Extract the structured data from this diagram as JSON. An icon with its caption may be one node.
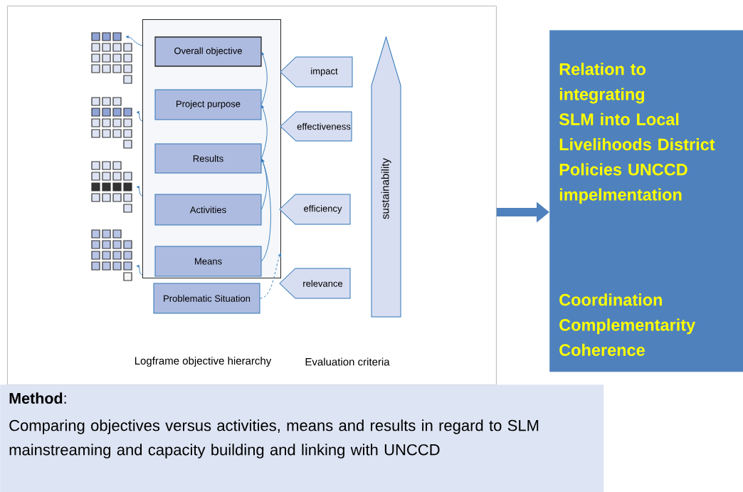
{
  "diagram": {
    "nodes": [
      {
        "text": [],
        "shape": "box"
      },
      {
        "text": [],
        "shape": "box",
        "in": 0
      },
      {
        "text": [
          "Overall objective"
        ],
        "in": 1
      },
      {
        "text": [
          "Project purpose"
        ],
        "in": 1
      },
      {
        "text": [
          "Results"
        ],
        "in": 1
      },
      {
        "text": [
          "Activities"
        ],
        "in": 1
      },
      {
        "text": [
          "Means"
        ],
        "in": 1
      },
      {
        "text": [
          "Problematic Situation"
        ],
        "in": 0
      },
      {
        "text": [
          "impact"
        ],
        "in": 0
      },
      {
        "text": [
          "effectiveness"
        ],
        "in": 0
      },
      {
        "text": [
          "efficiency"
        ],
        "in": 0
      },
      {
        "text": [
          "relevance"
        ],
        "in": 0
      },
      {
        "text": [
          "sustainability"
        ],
        "in": 0
      },
      {
        "text": [],
        "shape": "grid",
        "in": 0
      },
      {
        "text": [],
        "shape": "grid",
        "in": 0
      },
      {
        "text": [],
        "shape": "grid",
        "in": 0
      },
      {
        "text": [],
        "shape": "grid",
        "in": 0
      },
      {
        "text": [
          "Relation to integrating SLM into Local Livelihoods District Policies UNCCD impelmentation",
          "Coordination Complementarity Coherence"
        ]
      },
      {
        "text": [
          "**Method**:",
          "Comparing objectives versus activities, means and results in regard to SLM mainstreaming and capacity building and linking with UNCCD"
        ]
      }
    ],
    "edges": [
      {
        "from": 6,
        "to": 4,
        "arrow": "to"
      },
      {
        "from": 5,
        "to": 4,
        "arrow": "to"
      },
      {
        "from": 4,
        "to": 3,
        "arrow": "to"
      },
      {
        "from": 3,
        "to": 2,
        "arrow": "to"
      },
      {
        "from": 7,
        "to": 1,
        "arrow": "to",
        "style": "dashed"
      },
      {
        "from": 1,
        "to": 13,
        "arrow": "to"
      },
      {
        "from": 1,
        "to": 14,
        "arrow": "to"
      },
      {
        "from": 1,
        "to": 15,
        "arrow": "to"
      },
      {
        "from": 1,
        "to": 16,
        "arrow": "to"
      },
      {
        "from": 0,
        "to": 17,
        "arrow": "to",
        "style": "thick",
        "color": "#4f81bd"
      }
    ],
    "labels": [
      "Logframe objective hierarchy",
      "Evaluation criteria"
    ]
  }
}
